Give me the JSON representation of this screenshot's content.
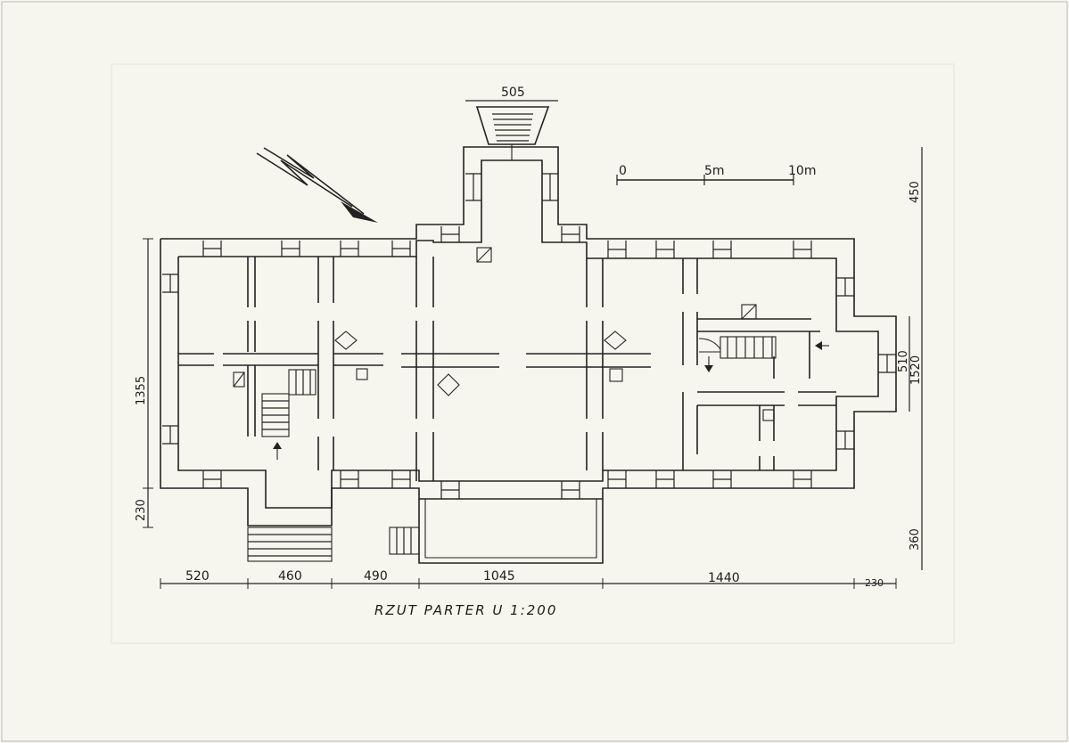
{
  "caption": "RZUT PARTER U 1:200",
  "scale_bar": {
    "labels": [
      "0",
      "5m",
      "10m"
    ]
  },
  "dimensions": {
    "top": "505",
    "bottom": [
      "520",
      "460",
      "490",
      "1045",
      "1440",
      "230"
    ],
    "left": [
      "1355",
      "230"
    ],
    "right": [
      "450",
      "510",
      "1520",
      "360"
    ]
  },
  "icons": {
    "north_arrow": "north-arrow-icon"
  },
  "colors": {
    "paper": "#f7f6ee",
    "ink": "#222222"
  }
}
